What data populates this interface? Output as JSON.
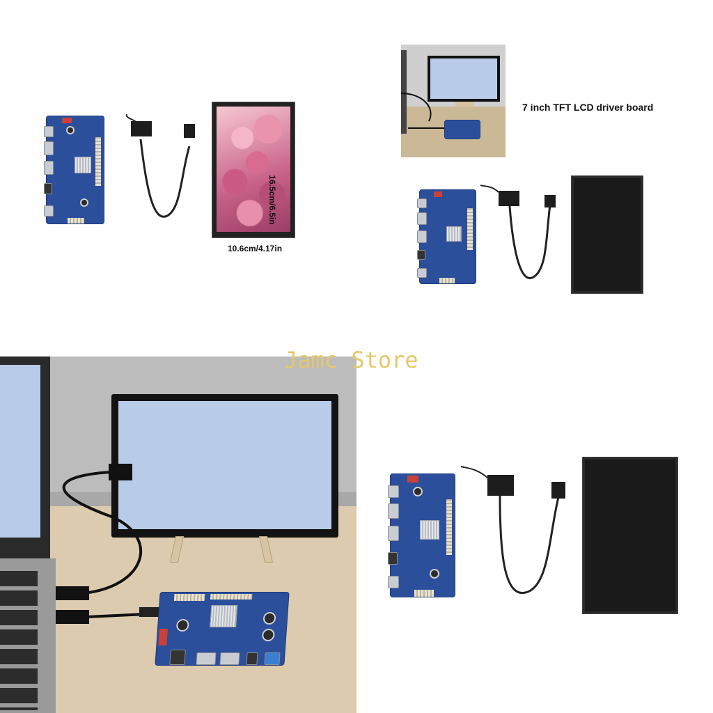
{
  "watermark": "Jamc Store",
  "panel_top_left": {
    "width_label": "10.6cm/4.17in",
    "height_label": "16.5cm/6.5in"
  },
  "panel_top_right": {
    "caption": "7 inch TFT LCD driver board"
  },
  "colors": {
    "board_blue": "#2c4f9c",
    "screen_blue": "#b8cbe9",
    "watermark_gold": "#e5c86a",
    "desk_wood": "#d9c7a8"
  }
}
